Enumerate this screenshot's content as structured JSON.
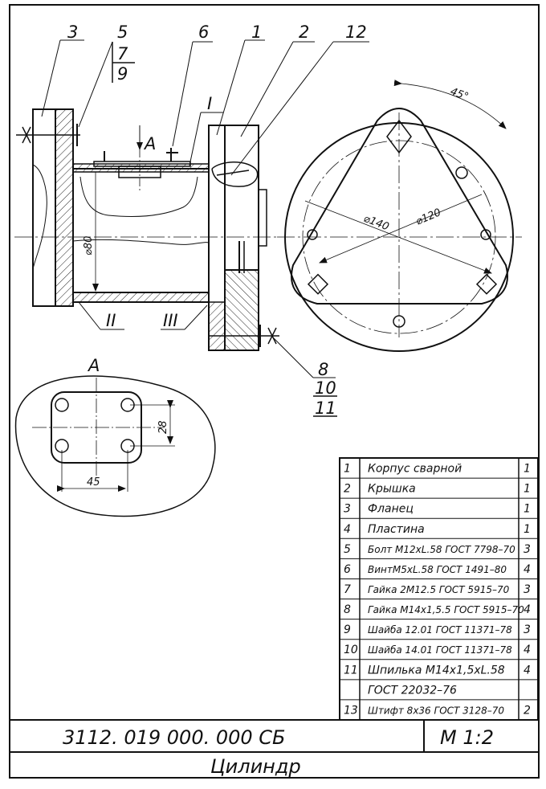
{
  "callouts": {
    "c3": "3",
    "c5": "5",
    "c7": "7",
    "c9": "9",
    "c6": "6",
    "c1": "1",
    "c2": "2",
    "c12": "12",
    "c8": "8",
    "c10": "10",
    "c11": "11",
    "cI": "I",
    "cII": "II",
    "cIII": "III"
  },
  "section_labels": {
    "a_top": "A",
    "a_view": "A"
  },
  "dimensions": {
    "d80": "⌀80",
    "d140": "⌀140",
    "d120": "⌀120",
    "angle": "45°",
    "width45": "45",
    "height28": "28"
  },
  "bom": [
    {
      "pos": "1",
      "name": "Корпус сварной",
      "qty": "1"
    },
    {
      "pos": "2",
      "name": "Крышка",
      "qty": "1"
    },
    {
      "pos": "3",
      "name": "Фланец",
      "qty": "1"
    },
    {
      "pos": "4",
      "name": "Пластина",
      "qty": "1"
    },
    {
      "pos": "5",
      "name": "Болт М12хL.58 ГОСТ 7798–70",
      "qty": "3"
    },
    {
      "pos": "6",
      "name": "ВинтМ5хL.58 ГОСТ 1491–80",
      "qty": "4"
    },
    {
      "pos": "7",
      "name": "Гайка 2М12.5 ГОСТ 5915–70",
      "qty": "3"
    },
    {
      "pos": "8",
      "name": "Гайка М14х1,5.5 ГОСТ 5915–70",
      "qty": "4"
    },
    {
      "pos": "9",
      "name": "Шайба 12.01 ГОСТ 11371–78",
      "qty": "3"
    },
    {
      "pos": "10",
      "name": "Шайба 14.01 ГОСТ 11371–78",
      "qty": "4"
    },
    {
      "pos": "11",
      "name": "Шпилька М14х1,5хL.58",
      "qty": "4"
    },
    {
      "pos": "",
      "name": "ГОСТ 22032–76",
      "qty": ""
    },
    {
      "pos": "13",
      "name": "Штифт 8х36 ГОСТ 3128–70",
      "qty": "2"
    }
  ],
  "title_block": {
    "designation": "3112. 019 000. 000 СБ",
    "scale": "М 1:2",
    "name": "Цилиндр"
  }
}
